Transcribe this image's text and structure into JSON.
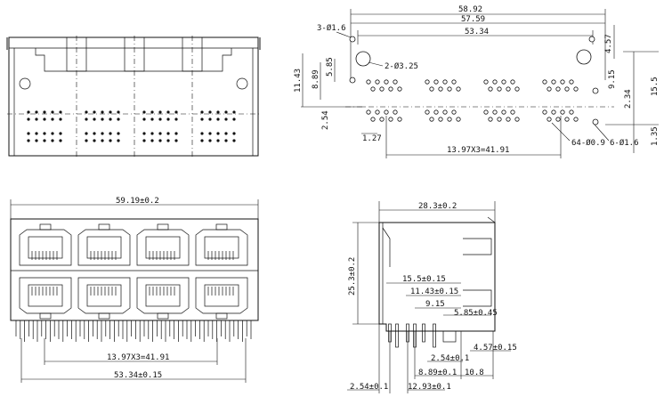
{
  "top_view": {
    "dims": {
      "overall_a": "58.92",
      "overall_b": "57.59",
      "hole_span": "53.34",
      "post_hole": "3-Ø1.6",
      "mount_hole": "2-Ø3.25",
      "v_457": "4.57",
      "v_1143": "11.43",
      "v_889": "8.89",
      "v_585": "5.85",
      "v_915": "9.15",
      "v_155": "15.5",
      "v_234": "2.34",
      "v_254": "2.54",
      "v_135": "1.35",
      "h_127": "1.27",
      "pitch": "13.97X3=41.91",
      "pin_holes": "64-Ø0.9",
      "led_holes": "6-Ø1.6"
    }
  },
  "front_view": {
    "dims": {
      "width": "59.19±0.2",
      "pitch": "13.97X3=41.91",
      "span": "53.34±0.15"
    }
  },
  "side_view": {
    "dims": {
      "depth": "28.3±0.2",
      "height": "25.3±0.2",
      "d_155": "15.5±0.15",
      "d_1143": "11.43±0.15",
      "d_915": "9.15",
      "d_585": "5.85±0.45",
      "d_457": "4.57±0.15",
      "d_254a": "2.54±0.1",
      "d_889": "8.89±0.1",
      "d_108": "10.8",
      "d_254b": "2.54±0.1",
      "d_1293": "12.93±0.1"
    }
  }
}
